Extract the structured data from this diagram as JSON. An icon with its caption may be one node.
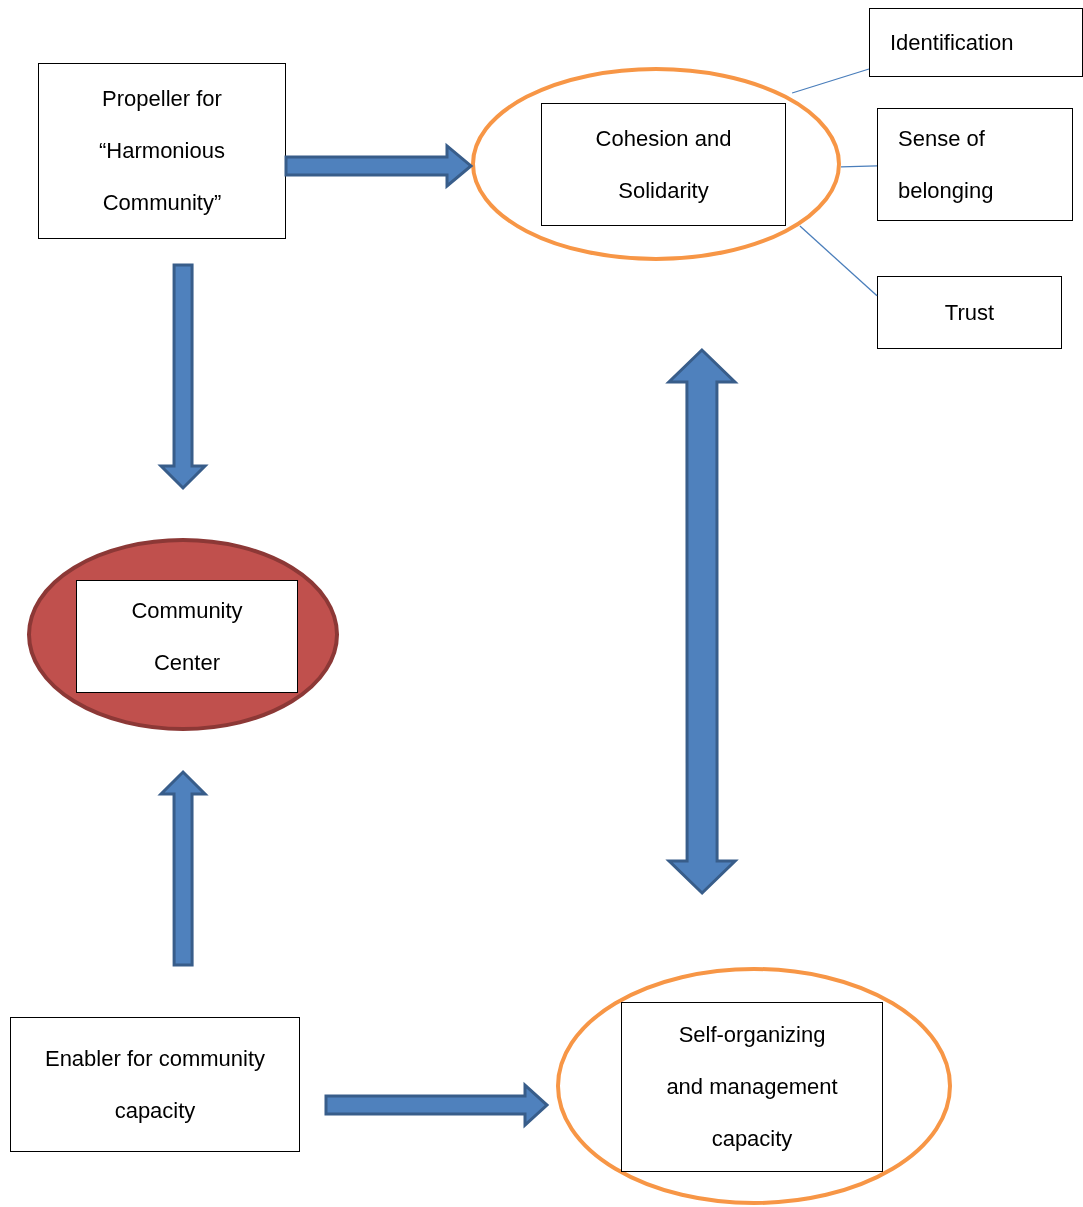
{
  "diagram": {
    "nodes": [
      {
        "text": [
          "Propeller for “Harmonious Community”"
        ]
      },
      {
        "text": [],
        "shape": "ellipse"
      },
      {
        "text": [
          "Cohesion and Solidarity"
        ],
        "in": 1
      },
      {
        "text": [
          "Identification"
        ]
      },
      {
        "text": [
          "Sense of belonging"
        ]
      },
      {
        "text": [
          "Trust"
        ]
      },
      {
        "text": [],
        "shape": "ellipse"
      },
      {
        "text": [
          "Community Center"
        ],
        "in": 6
      },
      {
        "text": [
          "Enabler for community capacity"
        ]
      },
      {
        "text": [],
        "shape": "ellipse"
      },
      {
        "text": [
          "Self-organizing and management capacity"
        ],
        "in": 9
      }
    ],
    "edges": [
      {
        "from": 0,
        "to": 1,
        "arrow": "to",
        "style": "thick"
      },
      {
        "from": 0,
        "to": 6,
        "arrow": "to",
        "style": "thick"
      },
      {
        "from": 8,
        "to": 6,
        "arrow": "to",
        "style": "thick"
      },
      {
        "from": 1,
        "to": 9,
        "arrow": "both",
        "style": "thick"
      },
      {
        "from": 8,
        "to": 9,
        "arrow": "to",
        "style": "thick"
      },
      {
        "from": 3,
        "to": 1,
        "arrow": "none"
      },
      {
        "from": 4,
        "to": 1,
        "arrow": "none"
      },
      {
        "from": 5,
        "to": 1,
        "arrow": "none"
      }
    ]
  }
}
